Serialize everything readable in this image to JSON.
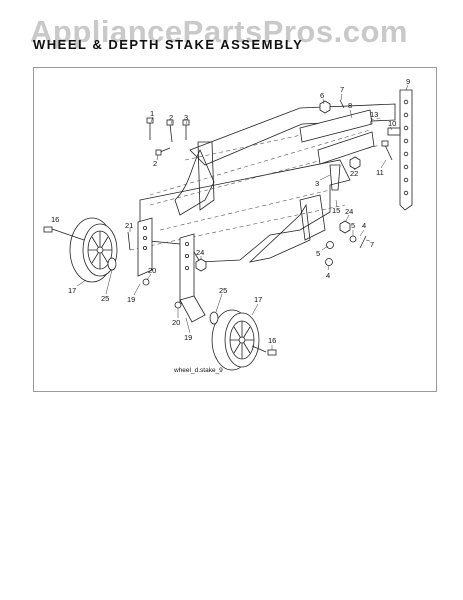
{
  "watermark": "AppliancePartsPros.com",
  "title": "WHEEL & DEPTH STAKE ASSEMBLY",
  "caption": "wheel_d.stake_9",
  "callouts": [
    {
      "id": "c1",
      "label": "1"
    },
    {
      "id": "c2a",
      "label": "2"
    },
    {
      "id": "c3a",
      "label": "3"
    },
    {
      "id": "c2b",
      "label": "2"
    },
    {
      "id": "c6",
      "label": "6"
    },
    {
      "id": "c7a",
      "label": "7"
    },
    {
      "id": "c8",
      "label": "8"
    },
    {
      "id": "c9",
      "label": "9"
    },
    {
      "id": "c10",
      "label": "10"
    },
    {
      "id": "c13",
      "label": "13"
    },
    {
      "id": "c11",
      "label": "11"
    },
    {
      "id": "c3b",
      "label": "3"
    },
    {
      "id": "c22",
      "label": "22"
    },
    {
      "id": "c15",
      "label": "15"
    },
    {
      "id": "c24a",
      "label": "24"
    },
    {
      "id": "c5a",
      "label": "5"
    },
    {
      "id": "c4a",
      "label": "4"
    },
    {
      "id": "c7b",
      "label": "7"
    },
    {
      "id": "c5b",
      "label": "5"
    },
    {
      "id": "c4b",
      "label": "4"
    },
    {
      "id": "c16a",
      "label": "16"
    },
    {
      "id": "c21",
      "label": "21"
    },
    {
      "id": "c24b",
      "label": "24"
    },
    {
      "id": "c20a",
      "label": "20"
    },
    {
      "id": "c17a",
      "label": "17"
    },
    {
      "id": "c25a",
      "label": "25"
    },
    {
      "id": "c19a",
      "label": "19"
    },
    {
      "id": "c25b",
      "label": "25"
    },
    {
      "id": "c17b",
      "label": "17"
    },
    {
      "id": "c20b",
      "label": "20"
    },
    {
      "id": "c19b",
      "label": "19"
    },
    {
      "id": "c16b",
      "label": "16"
    }
  ]
}
